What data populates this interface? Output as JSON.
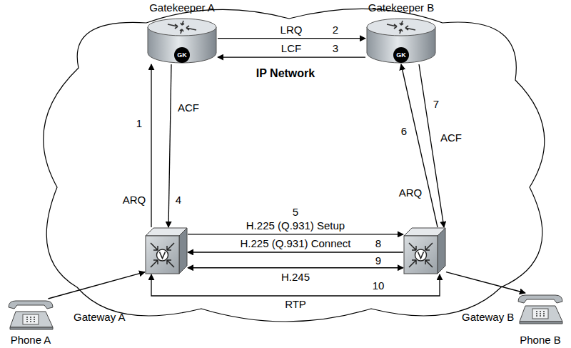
{
  "diagram": {
    "nodes": [
      {
        "text": [
          "Gatekeeper A",
          "GK"
        ]
      },
      {
        "text": [
          "Gatekeeper B",
          "GK"
        ]
      },
      {
        "text": [
          "Gateway A"
        ]
      },
      {
        "text": [
          "Gateway B"
        ]
      },
      {
        "text": [
          "Phone A"
        ]
      },
      {
        "text": [
          "Phone B"
        ]
      }
    ],
    "edges": [
      {
        "from": 0,
        "to": 1,
        "label": "LRQ",
        "arrow": "to"
      },
      {
        "from": 1,
        "to": 0,
        "label": "LCF",
        "arrow": "to"
      },
      {
        "from": 2,
        "to": 0,
        "label": "ARQ",
        "arrow": "to"
      },
      {
        "from": 0,
        "to": 2,
        "label": "ACF",
        "arrow": "to"
      },
      {
        "from": 3,
        "to": 1,
        "label": "ARQ",
        "arrow": "to"
      },
      {
        "from": 1,
        "to": 3,
        "label": "ACF",
        "arrow": "to"
      },
      {
        "from": 2,
        "to": 3,
        "label": "H.225 (Q.931) Setup",
        "arrow": "to"
      },
      {
        "from": 3,
        "to": 2,
        "label": "H.225 (Q.931) Connect",
        "arrow": "to"
      },
      {
        "from": 2,
        "to": 3,
        "label": "H.245",
        "arrow": "both"
      },
      {
        "from": 2,
        "to": 3,
        "label": "RTP",
        "arrow": "both"
      },
      {
        "from": 4,
        "to": 2,
        "arrow": "to"
      },
      {
        "from": 3,
        "to": 5,
        "arrow": "to"
      }
    ],
    "labels": [
      "IP Network",
      "1",
      "2",
      "3",
      "4",
      "5",
      "6",
      "7",
      "8",
      "9",
      "10"
    ]
  }
}
